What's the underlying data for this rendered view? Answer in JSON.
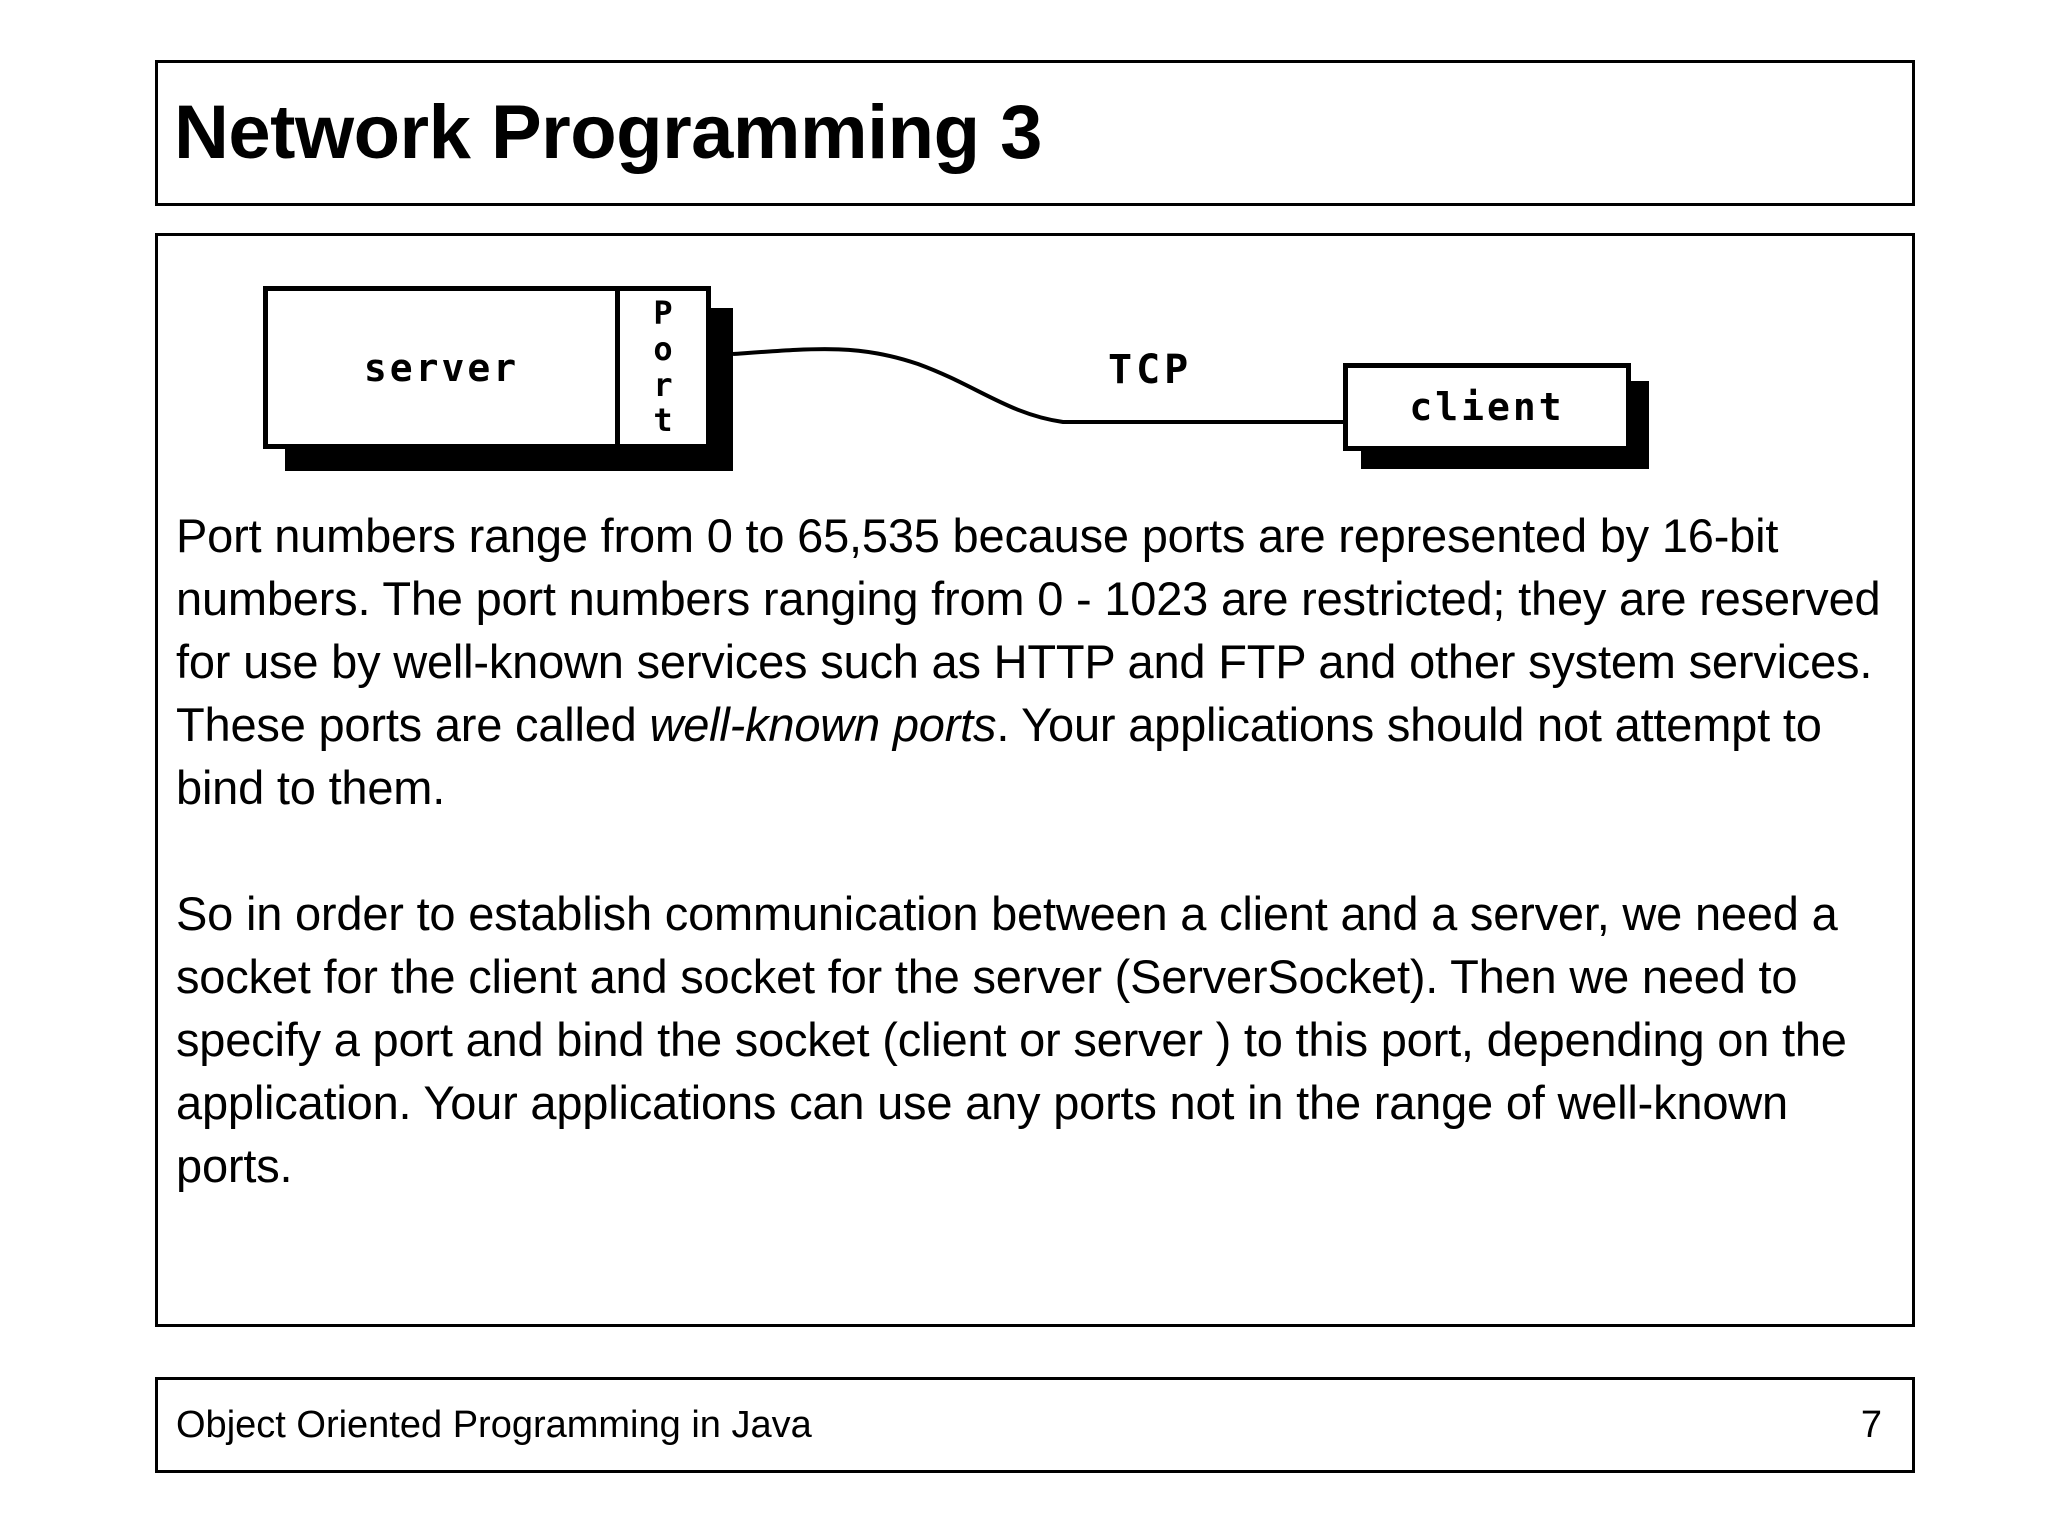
{
  "slide": {
    "title": "Network Programming 3",
    "background_color": "#ffffff",
    "border_color": "#000000"
  },
  "diagram": {
    "server_label": "server",
    "port_label_letters": [
      "P",
      "o",
      "r",
      "t"
    ],
    "port_label": "Port",
    "protocol_label": "TCP",
    "client_label": "client",
    "line_color": "#000000",
    "shadow_color": "#000000"
  },
  "body": {
    "paragraph1": {
      "segment_before_italic": "Port numbers range from 0 to 65,535 because ports are represented by 16-bit numbers. The port numbers ranging from 0 - 1023 are restricted; they are reserved for use by well-known services such as HTTP and FTP and other system services. These ports are called ",
      "italic_phrase": "well-known ports",
      "segment_after_italic": ". Your applications should not attempt to bind to them."
    },
    "paragraph2": "So in order to establish communication between a client and a server, we need a socket for the client and socket for the server (ServerSocket). Then we need to specify a port and bind the socket (client or server ) to this port, depending on the application.  Your applications can use any ports not in the range of well-known ports."
  },
  "footer": {
    "course": "Object Oriented Programming in Java",
    "page_number": "7"
  }
}
